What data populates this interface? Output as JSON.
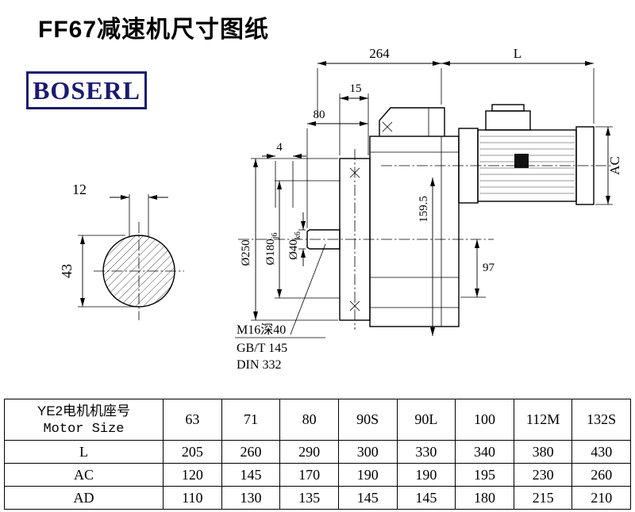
{
  "page": {
    "title": "FF67减速机尺寸图纸",
    "brand": "BOSERL"
  },
  "drawing": {
    "dim_264": "264",
    "dim_L": "L",
    "dim_15": "15",
    "dim_80": "80",
    "dim_4": "4",
    "dim_AC": "AC",
    "dim_12": "12",
    "dim_43": "43",
    "dia_250": "Ø250",
    "dia_180_main": "Ø180",
    "dia_180_fit": "j6",
    "dia_40_main": "Ø40",
    "dia_40_fit": "k6",
    "dim_159_5": "159.5",
    "dim_97": "97",
    "note_line1": "M16深40",
    "note_line2": "GB/T 145",
    "note_line3": "DIN 332"
  },
  "table": {
    "header": {
      "line1": "YE2电机机座号",
      "line2": "Motor Size"
    },
    "columns": [
      "63",
      "71",
      "80",
      "90S",
      "90L",
      "100",
      "112M",
      "132S"
    ],
    "rows": [
      {
        "label": "L",
        "values": [
          "205",
          "260",
          "290",
          "300",
          "330",
          "340",
          "380",
          "430"
        ]
      },
      {
        "label": "AC",
        "values": [
          "120",
          "145",
          "170",
          "190",
          "190",
          "195",
          "230",
          "260"
        ]
      },
      {
        "label": "AD",
        "values": [
          "110",
          "130",
          "135",
          "145",
          "145",
          "180",
          "215",
          "210"
        ]
      }
    ]
  },
  "colors": {
    "brand": "#1b1b70",
    "line": "#000000"
  }
}
